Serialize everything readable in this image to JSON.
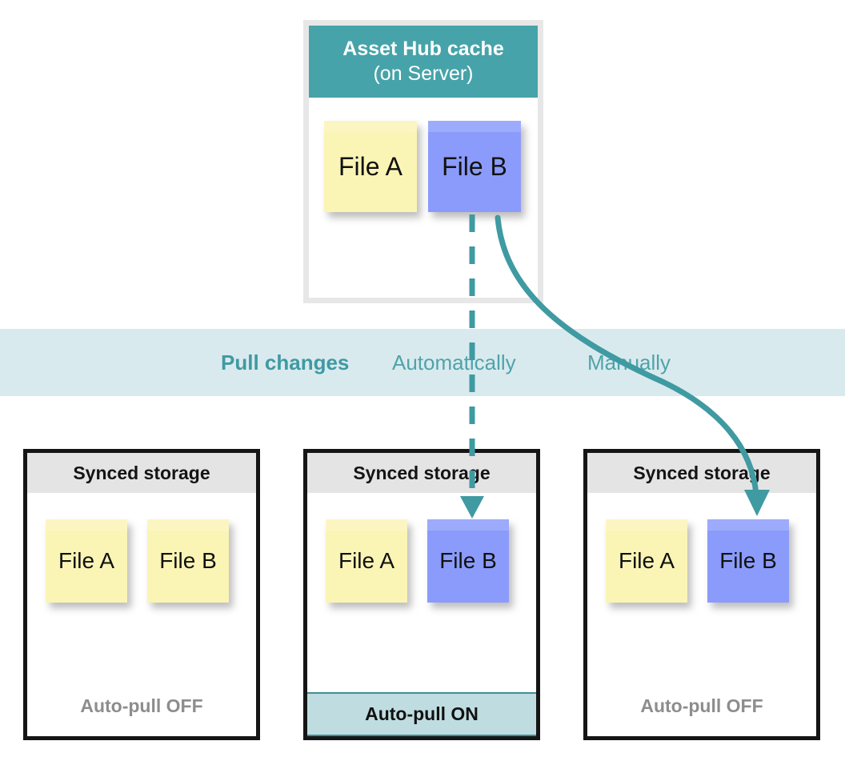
{
  "diagram": {
    "title_visible": false,
    "colors": {
      "teal_header": "#46a3a9",
      "band_bg": "#d9eaee",
      "band_text": "#4fa3aa",
      "band_strong_text": "#3f9aa2",
      "note_yellow": "#fbf5b5",
      "note_blue": "#8a9bfb",
      "storage_header_bg": "#e4e4e4",
      "storage_border": "#151515",
      "server_border": "#e7e7e7",
      "autopull_on_bg": "#bfdde0",
      "autopull_off_text": "#8d8d8d",
      "arrow_teal": "#3f9aa2"
    }
  },
  "server": {
    "header_line1": "Asset Hub cache",
    "header_line2": "(on Server)",
    "notes": [
      {
        "label": "File A",
        "color": "yellow"
      },
      {
        "label": "File B",
        "color": "blue"
      }
    ]
  },
  "band": {
    "label": "Pull changes",
    "automatic_label": "Automatically",
    "manual_label": "Manually"
  },
  "storages": [
    {
      "id": "left",
      "header": "Synced storage",
      "notes": [
        {
          "label": "File A",
          "color": "yellow"
        },
        {
          "label": "File B",
          "color": "yellow"
        }
      ],
      "autopull": {
        "text": "Auto-pull OFF",
        "state": "off"
      }
    },
    {
      "id": "middle",
      "header": "Synced storage",
      "notes": [
        {
          "label": "File A",
          "color": "yellow"
        },
        {
          "label": "File B",
          "color": "blue"
        }
      ],
      "autopull": {
        "text": "Auto-pull ON",
        "state": "on"
      }
    },
    {
      "id": "right",
      "header": "Synced storage",
      "notes": [
        {
          "label": "File A",
          "color": "yellow"
        },
        {
          "label": "File B",
          "color": "blue"
        }
      ],
      "autopull": {
        "text": "Auto-pull OFF",
        "state": "off"
      }
    }
  ],
  "arrows": [
    {
      "name": "automatic-pull-arrow",
      "style": "dashed",
      "from": "server-file-b",
      "to": "middle-storage-file-b"
    },
    {
      "name": "manual-pull-arrow",
      "style": "solid-curved",
      "from": "server-file-b",
      "to": "right-storage-file-b"
    }
  ]
}
